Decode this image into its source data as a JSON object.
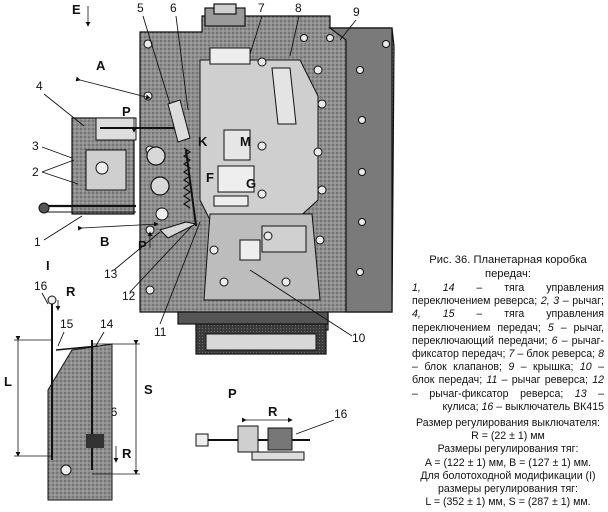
{
  "diagram": {
    "callouts": [
      "1",
      "2",
      "3",
      "4",
      "5",
      "6",
      "7",
      "8",
      "9",
      "10",
      "11",
      "12",
      "13",
      "14",
      "15",
      "16"
    ],
    "letters": {
      "E": "E",
      "A": "A",
      "B": "B",
      "P_upper": "P",
      "P_lower": "P",
      "K": "K",
      "M": "M",
      "F": "F",
      "G": "G",
      "I": "I",
      "R": "R",
      "L": "L",
      "S": "S",
      "view_P": "P"
    }
  },
  "caption": {
    "title": "Рис. 36. Планетарная коробка передач:",
    "items": [
      {
        "num": "1, 14",
        "text": " – тяга управления переключением реверса; "
      },
      {
        "num": "2, 3",
        "text": " – рычаг; "
      },
      {
        "num": "4, 15",
        "text": " – тяга управления переключением передач; "
      },
      {
        "num": "5",
        "text": " – рычаг, переключающий передачи; "
      },
      {
        "num": "6",
        "text": " – рычаг-фиксатор передач; "
      },
      {
        "num": "7",
        "text": " – блок реверса; "
      },
      {
        "num": "8",
        "text": " – блок клапанов; "
      },
      {
        "num": "9",
        "text": " – крышка; "
      },
      {
        "num": "10",
        "text": " – блок передач; "
      },
      {
        "num": "11",
        "text": " – рычаг реверса; "
      },
      {
        "num": "12",
        "text": " – рычаг-фиксатор реверса; "
      },
      {
        "num": "13",
        "text": " – кулиса; "
      },
      {
        "num": "16",
        "text": " – выключатель ВК415"
      }
    ],
    "sizes": [
      "Размер регулирования выключателя:",
      "R = (22 ± 1) мм",
      "Размеры регулирования тяг:",
      "A = (122 ± 1) мм, B = (127 ± 1) мм.",
      "Для болотоходной модификации (I)",
      "размеры регулирования тяг:",
      "L = (352 ± 1) мм, S = (287 ± 1) мм."
    ]
  }
}
